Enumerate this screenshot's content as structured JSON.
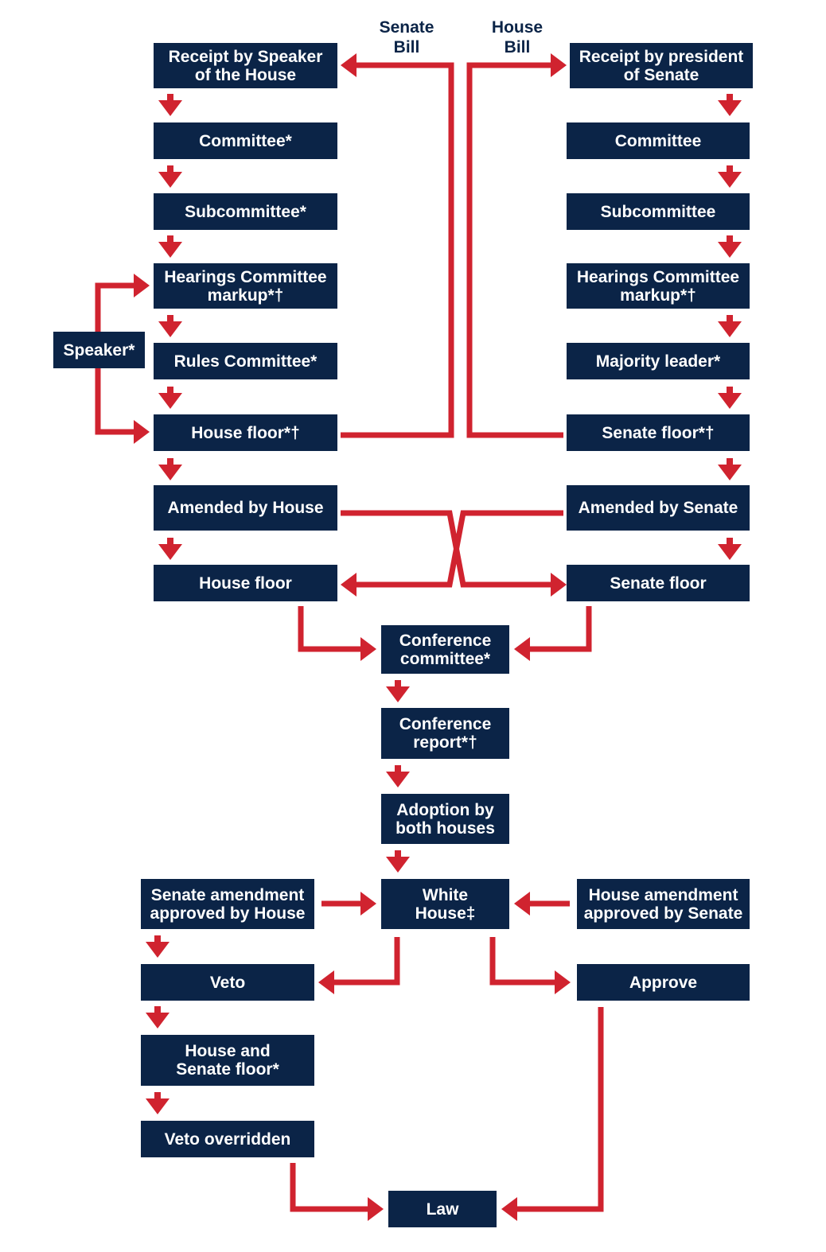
{
  "sources": {
    "senate_bill": [
      "Senate",
      "Bill"
    ],
    "house_bill": [
      "House",
      "Bill"
    ]
  },
  "house_path": {
    "receipt": [
      "Receipt by Speaker",
      "of the House"
    ],
    "committee": [
      "Committee*"
    ],
    "subcommittee": [
      "Subcommittee*"
    ],
    "hearings": [
      "Hearings Committee",
      "markup*†"
    ],
    "rules": [
      "Rules Committee*"
    ],
    "floor": [
      "House floor*†"
    ],
    "amended": [
      "Amended by House"
    ],
    "floor2": [
      "House floor"
    ]
  },
  "senate_path": {
    "receipt": [
      "Receipt by president",
      "of Senate"
    ],
    "committee": [
      "Committee"
    ],
    "subcommittee": [
      "Subcommittee"
    ],
    "hearings": [
      "Hearings Committee",
      "markup*†"
    ],
    "majority": [
      "Majority leader*"
    ],
    "floor": [
      "Senate floor*†"
    ],
    "amended": [
      "Amended by Senate"
    ],
    "floor2": [
      "Senate floor"
    ]
  },
  "speaker": [
    "Speaker*"
  ],
  "conference": {
    "committee": [
      "Conference",
      "committee*"
    ],
    "report": [
      "Conference",
      "report*†"
    ],
    "adoption": [
      "Adoption by",
      "both houses"
    ]
  },
  "final": {
    "senate_amendment": [
      "Senate amendment",
      "approved by House"
    ],
    "white_house": [
      "White",
      "House‡"
    ],
    "house_amendment": [
      "House amendment",
      "approved by Senate"
    ],
    "veto": [
      "Veto"
    ],
    "approve": [
      "Approve"
    ],
    "joint_floor": [
      "House and",
      "Senate floor*"
    ],
    "veto_overridden": [
      "Veto overridden"
    ],
    "law": [
      "Law"
    ]
  },
  "colors": {
    "box": "#0b2447",
    "arrow": "#d0232f",
    "text": "#ffffff"
  }
}
